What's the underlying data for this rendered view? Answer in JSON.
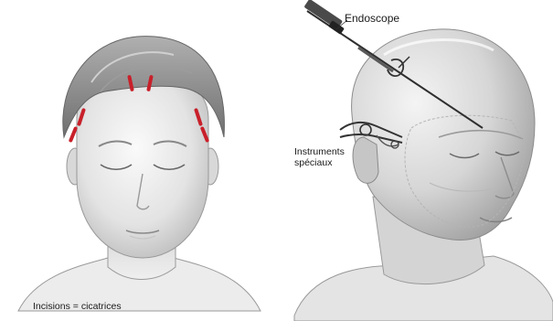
{
  "labels": {
    "endoscope": "Endoscope",
    "instruments_line1": "Instruments",
    "instruments_line2": "spéciaux",
    "incisions": "Incisions = cicatrices"
  },
  "colors": {
    "background": "#ffffff",
    "skin_light": "#f2f2f2",
    "skin_shade": "#b9b9b9",
    "hair": "#8a8a8a",
    "incision_marks": "#c8202a",
    "instrument": "#3a3a3a"
  },
  "incision_count": 6
}
